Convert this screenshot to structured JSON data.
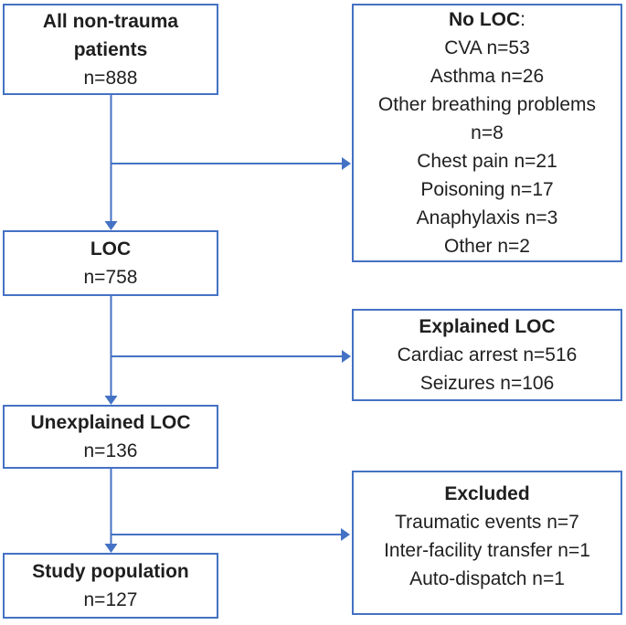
{
  "flowchart": {
    "left_boxes": [
      {
        "title": "All non-trauma patients",
        "value": "n=888"
      },
      {
        "title": "LOC",
        "value": "n=758"
      },
      {
        "title": "Unexplained LOC",
        "value": "n=136"
      },
      {
        "title": "Study population",
        "value": "n=127"
      }
    ],
    "right_boxes": [
      {
        "title": "No LOC",
        "title_suffix": ":",
        "lines": [
          "CVA n=53",
          "Asthma n=26",
          "Other breathing problems\nn=8",
          "Chest pain n=21",
          "Poisoning n=17",
          "Anaphylaxis n=3",
          "Other n=2"
        ]
      },
      {
        "title": "Explained LOC",
        "lines": [
          "Cardiac arrest n=516",
          "Seizures n=106"
        ]
      },
      {
        "title": "Excluded",
        "lines": [
          "Traumatic events n=7",
          "Inter-facility transfer n=1",
          "Auto-dispatch n=1"
        ]
      }
    ],
    "colors": {
      "line": "#4472C4",
      "border": "#4472C4",
      "text": "#1f1f1f",
      "background": "#ffffff"
    }
  }
}
